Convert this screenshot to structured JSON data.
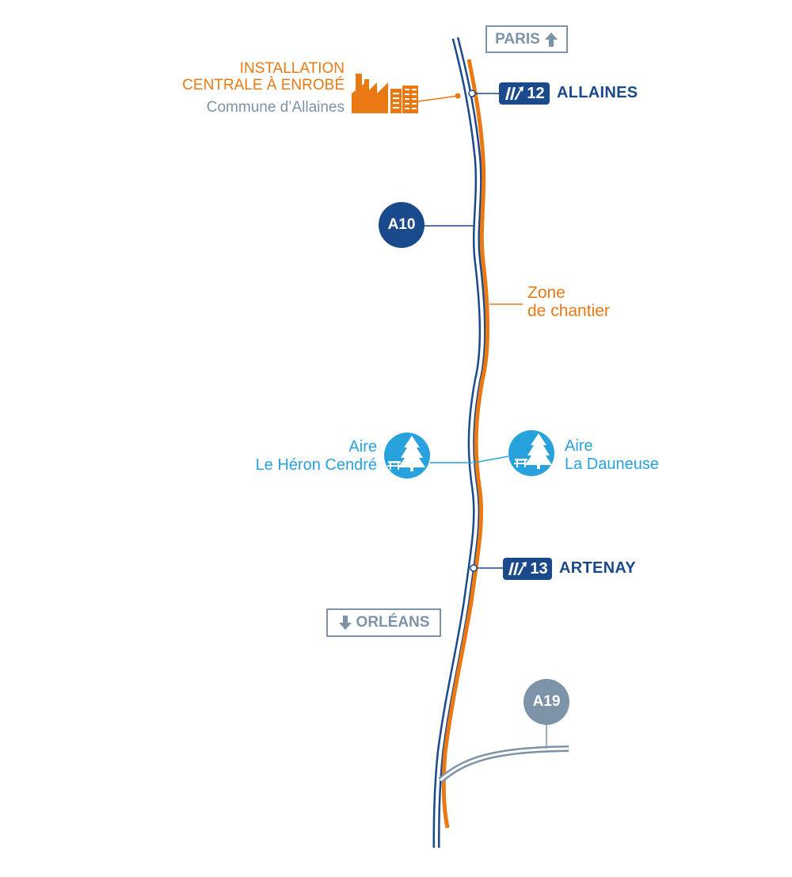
{
  "colors": {
    "highway": "#1b4a8c",
    "worksite": "#ea7913",
    "rest_area": "#28a2dd",
    "secondary": "#7d93a8"
  },
  "directions": {
    "north": {
      "label": "PARIS",
      "icon": "arrow-up-icon"
    },
    "south": {
      "label": "ORLÉANS",
      "icon": "arrow-down-icon"
    }
  },
  "highways": {
    "main": {
      "label": "A10"
    },
    "junction": {
      "label": "A19"
    }
  },
  "exits": [
    {
      "number": "12",
      "name": "ALLAINES",
      "icon": "exit-ramp-icon"
    },
    {
      "number": "13",
      "name": "ARTENAY",
      "icon": "exit-ramp-icon"
    }
  ],
  "asphalt_plant": {
    "title_line1": "INSTALLATION",
    "title_line2": "CENTRALE À ENROBÉ",
    "commune": "Commune d’Allaines",
    "icon": "factory-icon"
  },
  "worksite_zone": {
    "line1": "Zone",
    "line2": "de chantier"
  },
  "rest_areas": [
    {
      "line1": "Aire",
      "line2": "Le Héron Cendré",
      "icon": "picnic-tree-icon"
    },
    {
      "line1": "Aire",
      "line2": "La Dauneuse",
      "icon": "picnic-tree-icon"
    }
  ]
}
